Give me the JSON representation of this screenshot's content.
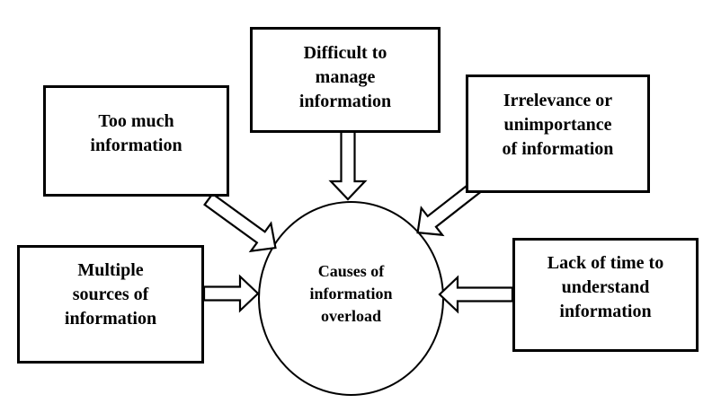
{
  "colors": {
    "line": "#000000",
    "fill": "#ffffff",
    "text": "#000000",
    "background": "#ffffff"
  },
  "center": {
    "lines": [
      "Causes of",
      "information",
      "overload"
    ],
    "text": "Causes of information overload"
  },
  "causes": [
    {
      "id": "too-much-information",
      "lines": [
        "Too much",
        "information"
      ],
      "text": "Too much information"
    },
    {
      "id": "difficult-to-manage",
      "lines": [
        "Difficult to",
        "manage",
        "information"
      ],
      "text": "Difficult to manage information"
    },
    {
      "id": "irrelevance",
      "lines": [
        "Irrelevance or",
        "unimportance",
        "of information"
      ],
      "text": "Irrelevance or unimportance of information"
    },
    {
      "id": "multiple-sources",
      "lines": [
        "Multiple",
        "sources of",
        "information"
      ],
      "text": "Multiple sources of information"
    },
    {
      "id": "lack-of-time",
      "lines": [
        "Lack of time to",
        "understand",
        "information"
      ],
      "text": "Lack of time to understand information"
    }
  ]
}
